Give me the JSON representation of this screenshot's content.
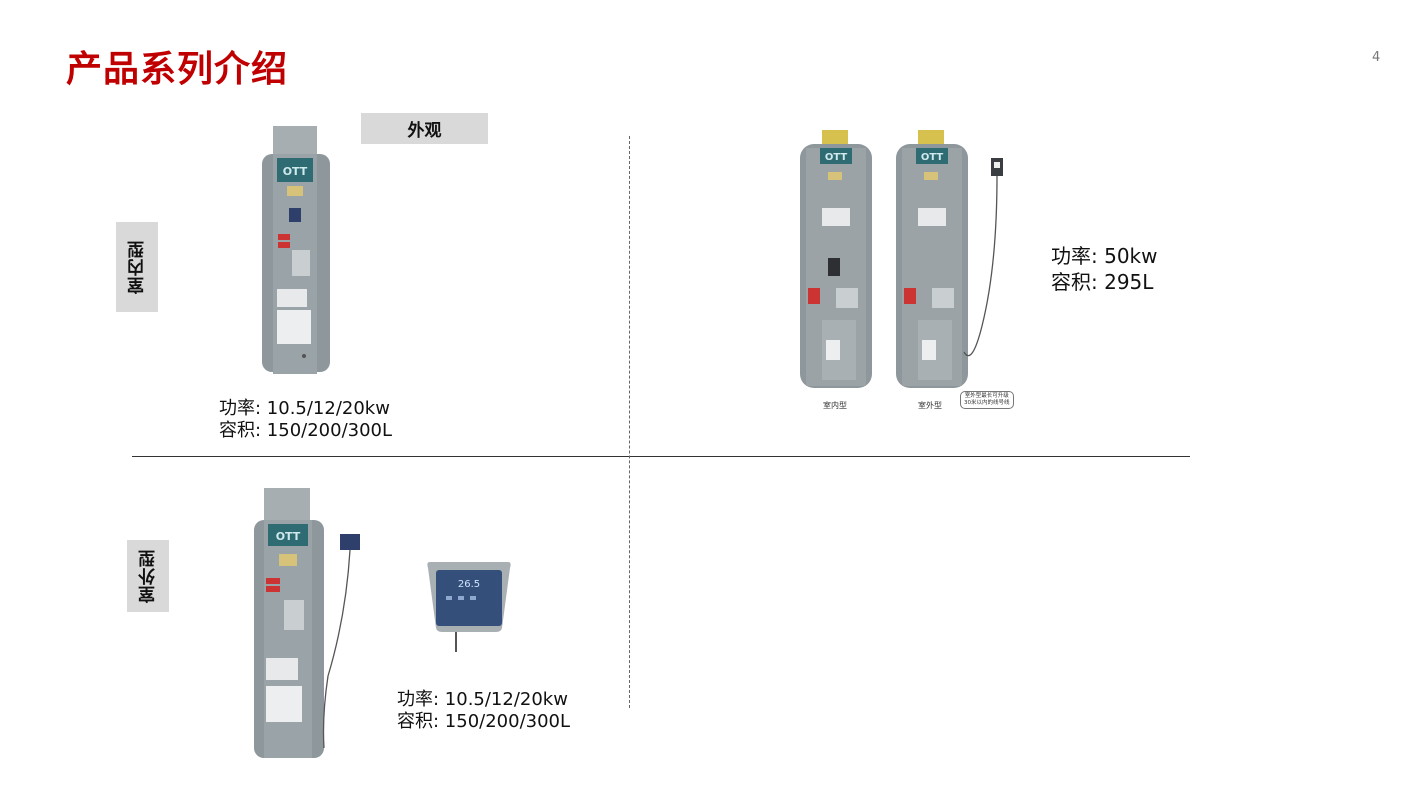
{
  "slide": {
    "title": "产品系列介绍",
    "page_number": "4"
  },
  "header": {
    "appearance_label": "外观"
  },
  "rows": {
    "indoor_label": "室内型",
    "outdoor_label": "室外型"
  },
  "indoor_product": {
    "power": "功率: 10.5/12/20kw",
    "volume": "容积: 150/200/300L"
  },
  "large_products": {
    "power": "功率: 50kw",
    "volume": "容积: 295L",
    "caption_indoor": "室内型",
    "caption_outdoor": "室外型",
    "note_line1": "室外型最长可升级",
    "note_line2": "30米以内的线号线",
    "brand": "OTT"
  },
  "outdoor_product": {
    "power": "功率: 10.5/12/20kw",
    "volume": "容积: 150/200/300L",
    "brand": "OTT",
    "display_readout": "26.5"
  },
  "colors": {
    "title": "#c00000",
    "label_bg": "#d9d9d9",
    "heater_body": "#8e979c",
    "brand_panel": "#2f6b73"
  }
}
